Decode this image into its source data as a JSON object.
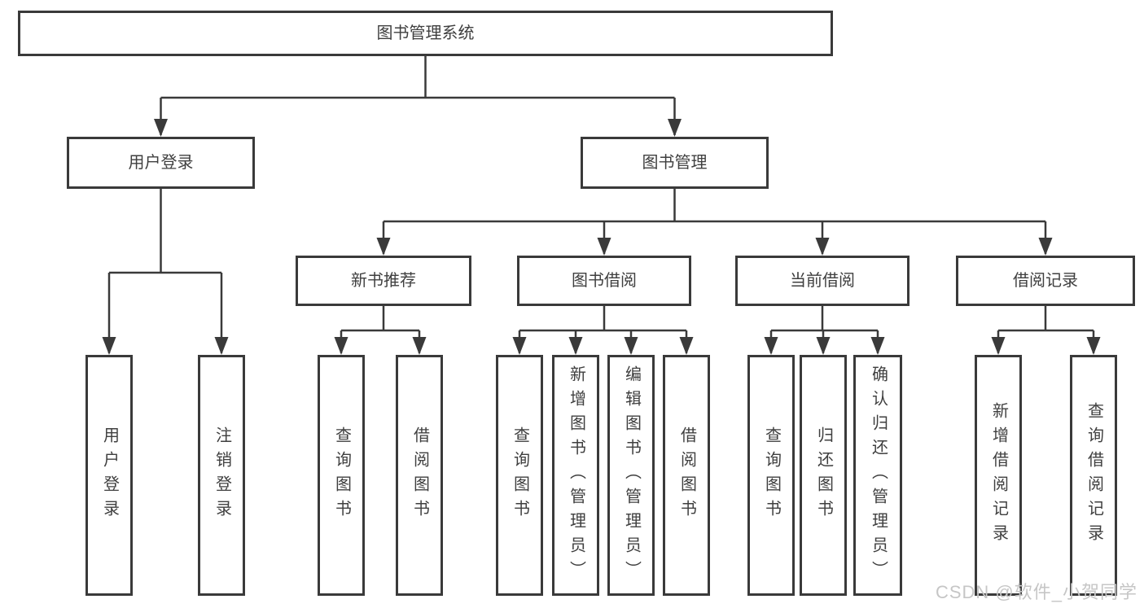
{
  "diagram": {
    "title": "图书管理系统",
    "level2": [
      {
        "label": "用户登录"
      },
      {
        "label": "图书管理"
      }
    ],
    "level3": [
      {
        "label": "新书推荐"
      },
      {
        "label": "图书借阅"
      },
      {
        "label": "当前借阅"
      },
      {
        "label": "借阅记录"
      }
    ],
    "leaves": [
      {
        "parent": "用户登录",
        "label": "用户登录"
      },
      {
        "parent": "用户登录",
        "label": "注销登录"
      },
      {
        "parent": "新书推荐",
        "label": "查询图书"
      },
      {
        "parent": "新书推荐",
        "label": "借阅图书"
      },
      {
        "parent": "图书借阅",
        "label": "查询图书"
      },
      {
        "parent": "图书借阅",
        "label": "新增图书（管理员）"
      },
      {
        "parent": "图书借阅",
        "label": "编辑图书（管理员）"
      },
      {
        "parent": "图书借阅",
        "label": "借阅图书"
      },
      {
        "parent": "当前借阅",
        "label": "查询图书"
      },
      {
        "parent": "当前借阅",
        "label": "归还图书"
      },
      {
        "parent": "当前借阅",
        "label": "确认归还（管理员）"
      },
      {
        "parent": "借阅记录",
        "label": "新增借阅记录"
      },
      {
        "parent": "借阅记录",
        "label": "查询借阅记录"
      }
    ]
  },
  "watermark": {
    "text": "CSDN @软件_小贺同学"
  },
  "colors": {
    "line": "#3a3a3a",
    "text": "#3f3f3f",
    "background": "#ffffff",
    "watermark": "#c6c6c6"
  }
}
